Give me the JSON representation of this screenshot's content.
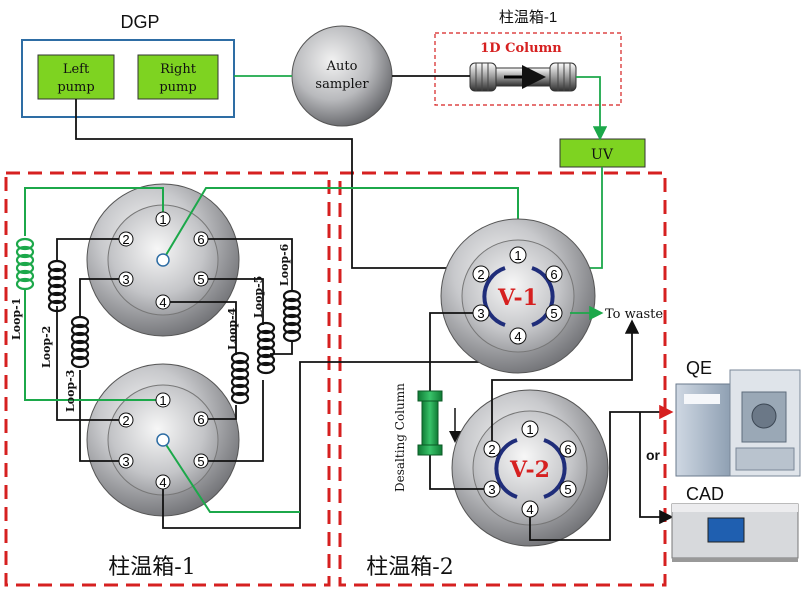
{
  "gradient_pump": {
    "title": "DGP",
    "left_pump": [
      "Left",
      "pump"
    ],
    "right_pump": [
      "Right",
      "pump"
    ]
  },
  "autosampler": [
    "Auto",
    "sampler"
  ],
  "oven_1": {
    "top_label": "柱温箱-1",
    "column_label": "1D Column",
    "bottom_label": "柱温箱-1"
  },
  "oven_2": {
    "bottom_label": "柱温箱-2"
  },
  "detector_uv": "UV",
  "valves": {
    "v1": "V-1",
    "v2": "V-2",
    "ports": [
      "1",
      "2",
      "3",
      "4",
      "5",
      "6"
    ]
  },
  "loops": [
    "Loop-1",
    "Loop-2",
    "Loop-3",
    "Loop-4",
    "Loop-5",
    "Loop-6"
  ],
  "desalting_column": "Desalting Column",
  "to_waste": "To waste",
  "detectors": {
    "qe": "QE",
    "or": "or",
    "cad": "CAD"
  },
  "colors": {
    "pump_green": "#7ed321",
    "line_green": "#1ca84a",
    "oven_red": "#d62020",
    "valve_blue": "#1f2d7a",
    "valve_red": "#d62020",
    "box_blue": "#2e6da4"
  }
}
